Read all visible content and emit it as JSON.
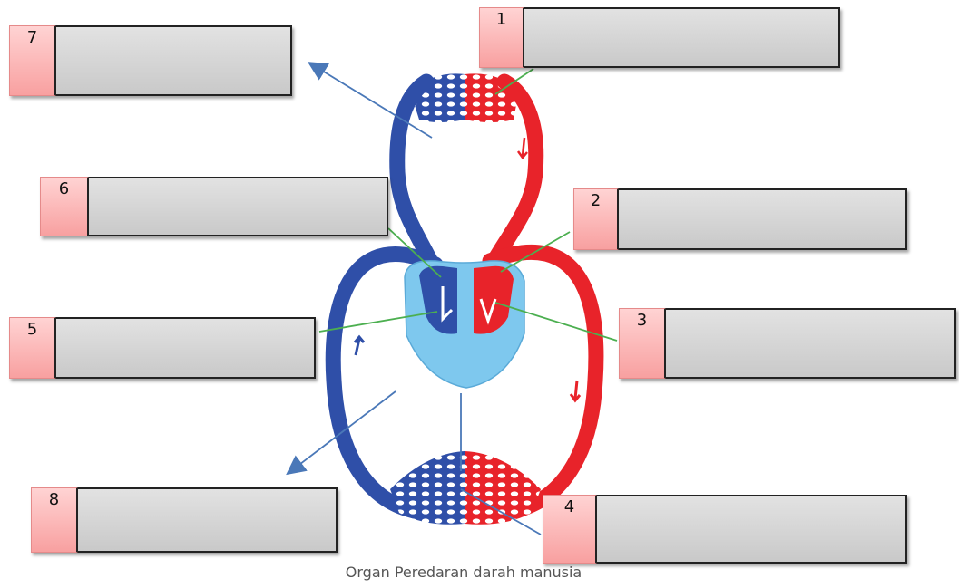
{
  "caption": "Organ Peredaran darah manusia",
  "labels": [
    {
      "number": "1",
      "value": ""
    },
    {
      "number": "2",
      "value": ""
    },
    {
      "number": "3",
      "value": ""
    },
    {
      "number": "4",
      "value": ""
    },
    {
      "number": "5",
      "value": ""
    },
    {
      "number": "6",
      "value": ""
    },
    {
      "number": "7",
      "value": ""
    },
    {
      "number": "8",
      "value": ""
    }
  ],
  "colors": {
    "oxygenated_blood": "#e8232a",
    "deoxygenated_blood": "#2f4fa8",
    "heart_chamber": "#7ec8ee",
    "number_cell": "#f8a0a0",
    "answer_box": "#d4d4d4",
    "pointer_green": "#4caf50",
    "pointer_blue": "#4a78b8"
  }
}
